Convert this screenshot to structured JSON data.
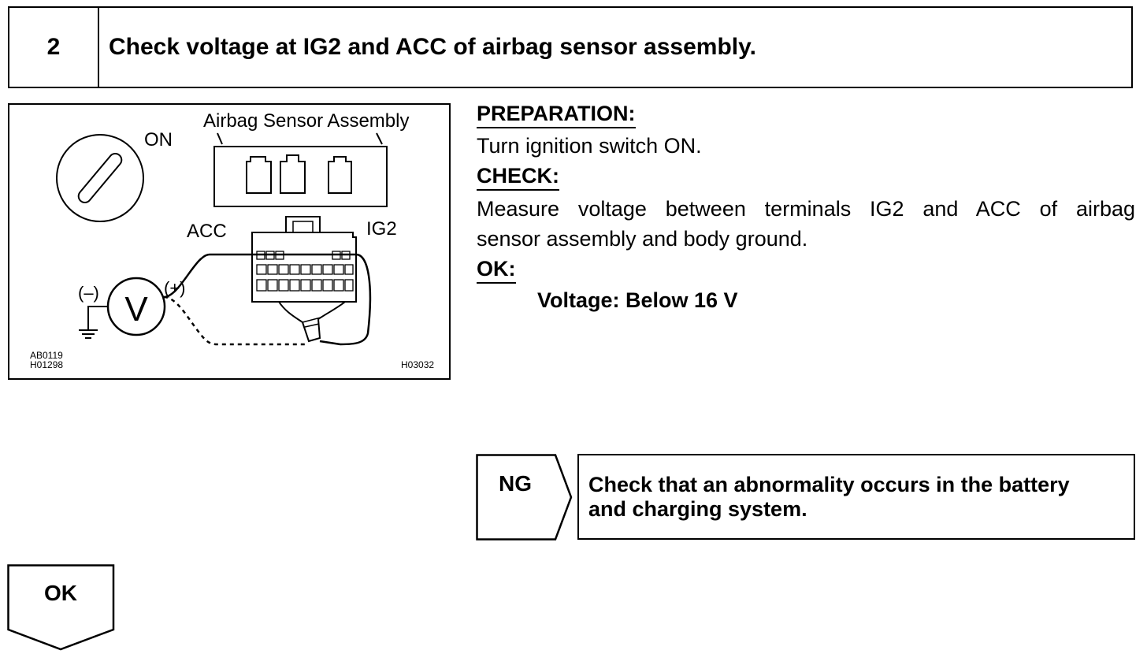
{
  "step": {
    "number": "2",
    "title": "Check voltage at IG2 and ACC of airbag sensor assembly."
  },
  "figure": {
    "label_component": "Airbag Sensor Assembly",
    "label_switch": "ON",
    "label_acc": "ACC",
    "label_ig2": "IG2",
    "label_minus": "(–)",
    "label_plus": "(+)",
    "label_meter": "V",
    "code_1": "AB0119",
    "code_2": "H01298",
    "code_3": "H03032"
  },
  "instructions": {
    "preparation_heading": "PREPARATION:",
    "preparation_text": "Turn ignition switch ON.",
    "check_heading": "CHECK:",
    "check_text_line1": "Measure voltage between terminals IG2 and ACC of airbag",
    "check_text_line2": "sensor assembly and body ground.",
    "ok_heading": "OK:",
    "ok_value": "Voltage: Below 16 V"
  },
  "ng_branch": {
    "label": "NG",
    "text_line1": "Check that an abnormality occurs in the battery",
    "text_line2": "and charging system."
  },
  "ok_branch": {
    "label": "OK"
  }
}
